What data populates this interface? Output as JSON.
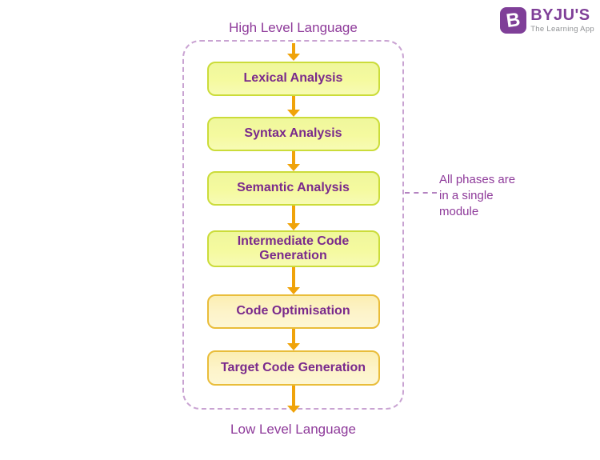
{
  "diagram": {
    "top_label": "High Level Language",
    "bottom_label": "Low Level Language",
    "annotation": "All phases are\nin a single\nmodule",
    "phases": [
      {
        "label": "Lexical Analysis"
      },
      {
        "label": "Syntax Analysis"
      },
      {
        "label": "Semantic Analysis"
      },
      {
        "label": "Intermediate Code Generation"
      },
      {
        "label": "Code Optimisation"
      },
      {
        "label": "Target Code Generation"
      }
    ],
    "colors": {
      "label_purple": "#8e3a9a",
      "box_text_purple": "#7a2a8c",
      "green_box_fill": "#f3f89f",
      "green_box_border": "#cbdc3a",
      "yellow_box_fill": "#fdf4ca",
      "yellow_box_border": "#e9bd3a",
      "arrow_orange": "#f0a30a",
      "dashed_boundary_purple": "#c9a3d2"
    }
  },
  "logo": {
    "badge_letter": "B",
    "brand": "BYJU'S",
    "tagline": "The Learning App",
    "brand_purple": "#7f3f98",
    "tagline_gray": "#8f9194"
  }
}
